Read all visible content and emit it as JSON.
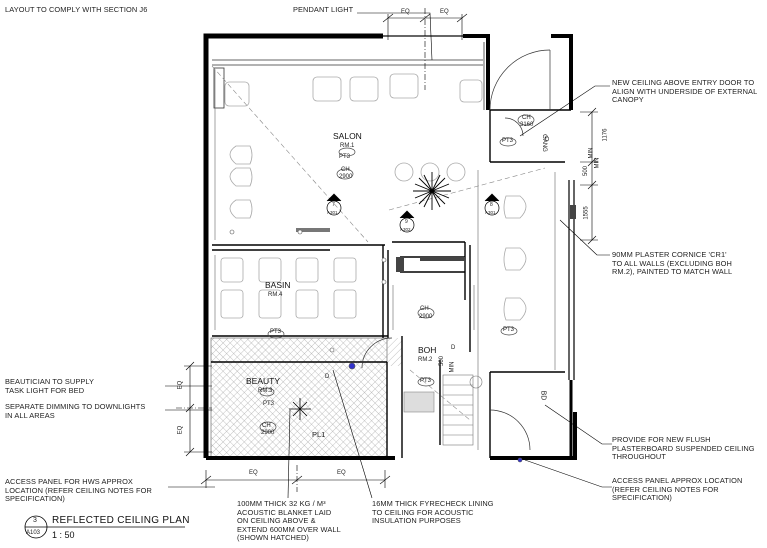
{
  "notes": {
    "layout": "LAYOUT TO COMPLY WITH SECTION J6",
    "pendant": "PENDANT LIGHT",
    "ceiling_entry": "NEW CEILING ABOVE ENTRY DOOR TO\nALIGN WITH UNDERSIDE OF EXTERNAL\nCANOPY",
    "cornice": "90MM PLASTER CORNICE 'CR1'\nTO ALL WALLS (EXCLUDING BOH\nRM.2), PAINTED TO MATCH WALL",
    "beautician": "BEAUTICIAN TO SUPPLY\nTASK LIGHT FOR BED",
    "dimming": "SEPARATE DIMMING TO DOWNLIGHTS\nIN ALL AREAS",
    "flush": "PROVIDE FOR NEW FLUSH\nPLASTERBOARD SUSPENDED CEILING\nTHROUGHOUT",
    "access_right": "ACCESS PANEL APPROX LOCATION\n(REFER CEILING NOTES FOR\nSPECIFICATION)",
    "access_hws": "ACCESS PANEL FOR HWS APPROX\nLOCATION (REFER CEILING NOTES FOR\nSPECIFICATION)",
    "blanket": "100MM THICK 32 KG / M³\nACOUSTIC BLANKET LAID\nON CEILING ABOVE &\nEXTEND 600MM OVER WALL\n(SHOWN HATCHED)",
    "fyrecheck": "16MM THICK FYRECHECK LINING\nTO CEILING FOR ACOUSTIC\nINSULATION PURPOSES"
  },
  "rooms": {
    "salon": "SALON",
    "salon_no": "RM.1",
    "basin": "BASIN",
    "basin_no": "RM.4",
    "beauty": "BEAUTY",
    "beauty_no": "RM.3",
    "boh": "BOH",
    "boh_no": "RM.2"
  },
  "tags": {
    "pt3": "PT3",
    "ch": "CH",
    "ch_h": "2900",
    "ch_h2": "3160",
    "pl1": "PL1",
    "gang": "GANG",
    "bd": "BD",
    "d": "D",
    "eq": "EQ",
    "min": "MIN",
    "d1176": "1176",
    "d500": "500",
    "d1555": "1555",
    "s7": "7",
    "s8": "8",
    "s9": "9",
    "a301": "A301",
    "a302": "A302"
  },
  "title": {
    "number": "3",
    "sheet": "A103",
    "name": "REFLECTED CEILING PLAN",
    "scale": "1 : 50"
  }
}
